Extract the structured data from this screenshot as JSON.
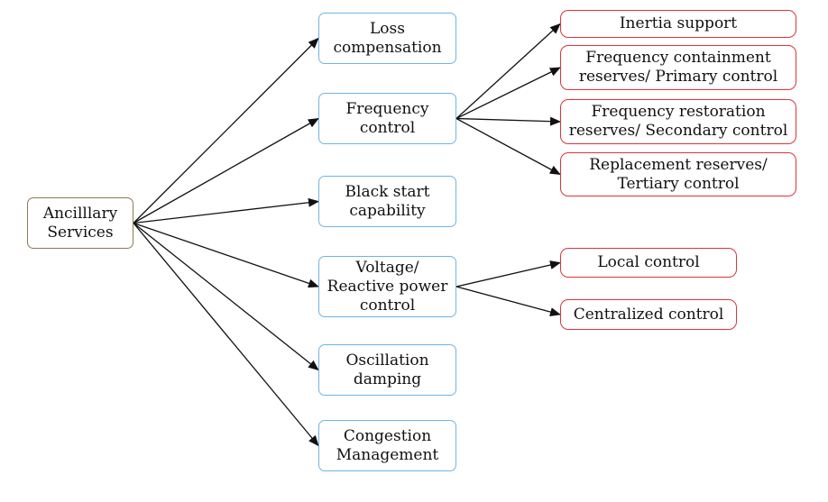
{
  "colors": {
    "root_border": "#8b7a55",
    "mid_border": "#6fb4e6",
    "leaf_border": "#e0333b",
    "arrow": "#111111",
    "text": "#111111"
  },
  "nodes": {
    "root": {
      "label": "Ancilllary\nServices"
    },
    "loss": {
      "label": "Loss\ncompensation"
    },
    "freq": {
      "label": "Frequency\ncontrol"
    },
    "black": {
      "label": "Black start\ncapability"
    },
    "volt": {
      "label": "Voltage/\nReactive power\ncontrol"
    },
    "osc": {
      "label": "Oscillation\ndamping"
    },
    "cong": {
      "label": "Congestion\nManagement"
    },
    "inertia": {
      "label": "Inertia support"
    },
    "fcr": {
      "label": "Frequency containment\nreserves/ Primary control"
    },
    "frr": {
      "label": "Frequency restoration\nreserves/  Secondary control"
    },
    "rr": {
      "label": "Replacement reserves/\nTertiary control"
    },
    "local": {
      "label": "Local control"
    },
    "central": {
      "label": "Centralized control"
    }
  },
  "edges": [
    [
      "root",
      "loss"
    ],
    [
      "root",
      "freq"
    ],
    [
      "root",
      "black"
    ],
    [
      "root",
      "volt"
    ],
    [
      "root",
      "osc"
    ],
    [
      "root",
      "cong"
    ],
    [
      "freq",
      "inertia"
    ],
    [
      "freq",
      "fcr"
    ],
    [
      "freq",
      "frr"
    ],
    [
      "freq",
      "rr"
    ],
    [
      "volt",
      "local"
    ],
    [
      "volt",
      "central"
    ]
  ]
}
